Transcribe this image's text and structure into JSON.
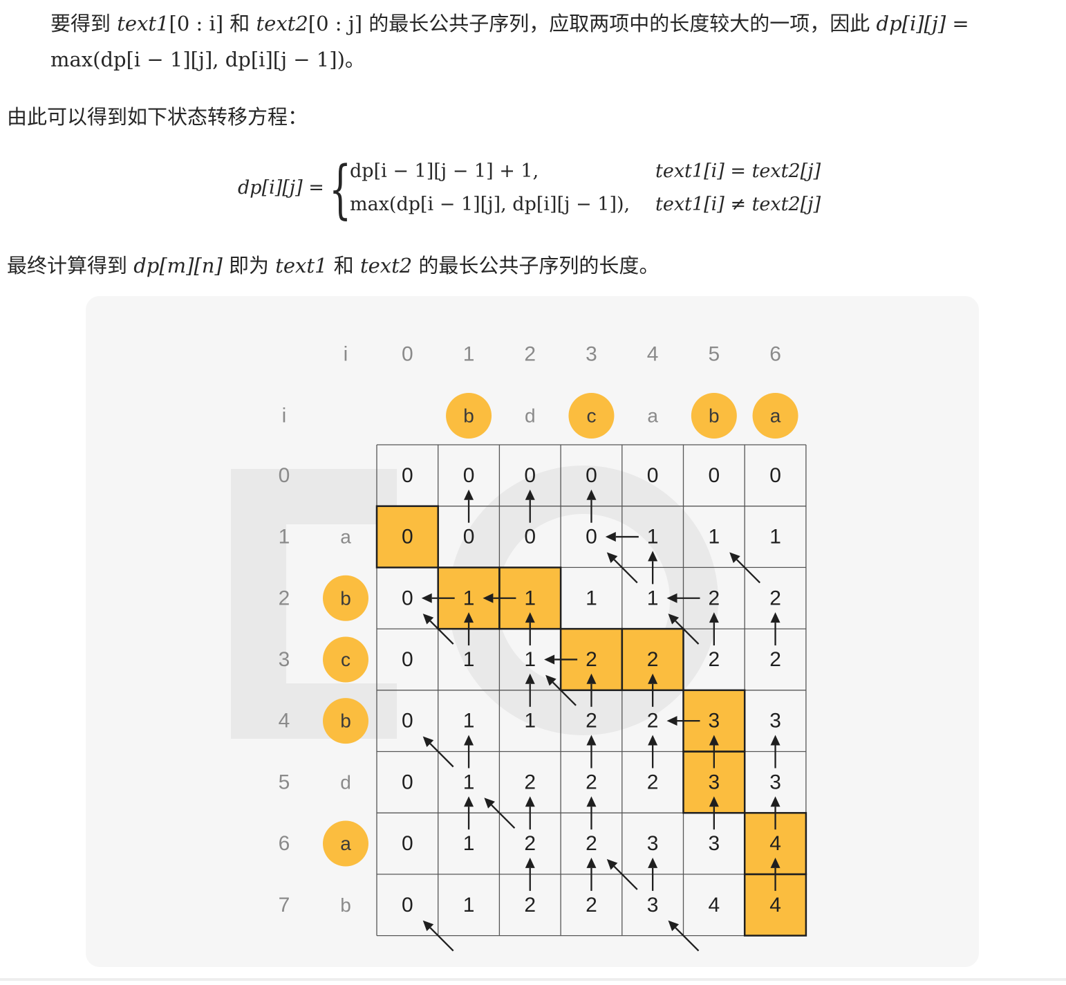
{
  "text": {
    "p1_line1_prefix": "要得到 ",
    "p1_text1": "text1",
    "p1_range_i": "[0 : i]",
    "p1_and": " 和 ",
    "p1_text2": "text2",
    "p1_range_j": "[0 : j]",
    "p1_line1_rest": " 的最长公共子序列，应取两项中的长度较大的一项，因此 ",
    "p1_dp": "dp[i][j] =",
    "p1_line2": "max(dp[i − 1][j], dp[i][j − 1])。",
    "p2": "由此可以得到如下状态转移方程：",
    "eq_lhs": "dp[i][j] =",
    "eq_case1": "dp[i − 1][j − 1] + 1,",
    "eq_case2": "max(dp[i − 1][j], dp[i][j − 1]),",
    "eq_cond1": "text1[i] = text2[j]",
    "eq_cond2": "text1[i] ≠ text2[j]",
    "p3_prefix": "最终计算得到 ",
    "p3_dp": "dp[m][n]",
    "p3_mid": " 即为 ",
    "p3_text1": "text1",
    "p3_and": " 和 ",
    "p3_text2": "text2",
    "p3_suffix": " 的最长公共子序列的长度。"
  },
  "figure": {
    "col_header_label": "i",
    "col_indices": [
      "0",
      "1",
      "2",
      "3",
      "4",
      "5",
      "6"
    ],
    "row_header_label": "i",
    "col_chars": [
      "",
      "b",
      "d",
      "c",
      "a",
      "b",
      "a"
    ],
    "col_chars_highlighted": [
      false,
      true,
      false,
      true,
      false,
      true,
      true
    ],
    "row_indices": [
      "0",
      "1",
      "2",
      "3",
      "4",
      "5",
      "6",
      "7"
    ],
    "row_chars": [
      "",
      "a",
      "b",
      "c",
      "b",
      "d",
      "a",
      "b"
    ],
    "row_chars_highlighted": [
      false,
      false,
      true,
      true,
      true,
      false,
      true,
      false
    ],
    "dp": [
      [
        "0",
        "0",
        "0",
        "0",
        "0",
        "0",
        "0"
      ],
      [
        "0",
        "0",
        "0",
        "0",
        "1",
        "1",
        "1"
      ],
      [
        "0",
        "1",
        "1",
        "1",
        "1",
        "2",
        "2"
      ],
      [
        "0",
        "1",
        "1",
        "2",
        "2",
        "2",
        "2"
      ],
      [
        "0",
        "1",
        "1",
        "2",
        "2",
        "3",
        "3"
      ],
      [
        "0",
        "1",
        "2",
        "2",
        "2",
        "3",
        "3"
      ],
      [
        "0",
        "1",
        "2",
        "2",
        "3",
        "3",
        "4"
      ],
      [
        "0",
        "1",
        "2",
        "2",
        "3",
        "4",
        "4"
      ]
    ],
    "highlighted_path": [
      [
        1,
        0
      ],
      [
        2,
        1
      ],
      [
        2,
        2
      ],
      [
        3,
        3
      ],
      [
        3,
        4
      ],
      [
        4,
        5
      ],
      [
        5,
        5
      ],
      [
        6,
        6
      ],
      [
        7,
        6
      ]
    ],
    "arrows": {
      "up": [
        [
          1,
          1
        ],
        [
          1,
          2
        ],
        [
          1,
          3
        ],
        [
          2,
          4
        ],
        [
          3,
          1
        ],
        [
          3,
          2
        ],
        [
          3,
          5
        ],
        [
          3,
          6
        ],
        [
          4,
          2
        ],
        [
          4,
          3
        ],
        [
          4,
          4
        ],
        [
          5,
          1
        ],
        [
          5,
          3
        ],
        [
          5,
          4
        ],
        [
          5,
          5
        ],
        [
          5,
          6
        ],
        [
          6,
          1
        ],
        [
          6,
          2
        ],
        [
          6,
          3
        ],
        [
          6,
          5
        ],
        [
          6,
          6
        ],
        [
          7,
          2
        ],
        [
          7,
          3
        ],
        [
          7,
          4
        ],
        [
          7,
          6
        ]
      ],
      "left": [
        [
          1,
          4
        ],
        [
          2,
          1
        ],
        [
          2,
          2
        ],
        [
          2,
          5
        ],
        [
          3,
          3
        ],
        [
          4,
          5
        ]
      ],
      "diag": [
        [
          1,
          3
        ],
        [
          1,
          5
        ],
        [
          2,
          0
        ],
        [
          2,
          4
        ],
        [
          3,
          2
        ],
        [
          4,
          0
        ],
        [
          5,
          1
        ],
        [
          6,
          3
        ],
        [
          7,
          0
        ],
        [
          7,
          4
        ]
      ]
    },
    "colors": {
      "accent": "#fbbd3f",
      "grid": "#555555",
      "path_border": "#1f1f1f",
      "label_gray": "#8a8a8a",
      "card_bg": "#f6f6f6"
    }
  }
}
